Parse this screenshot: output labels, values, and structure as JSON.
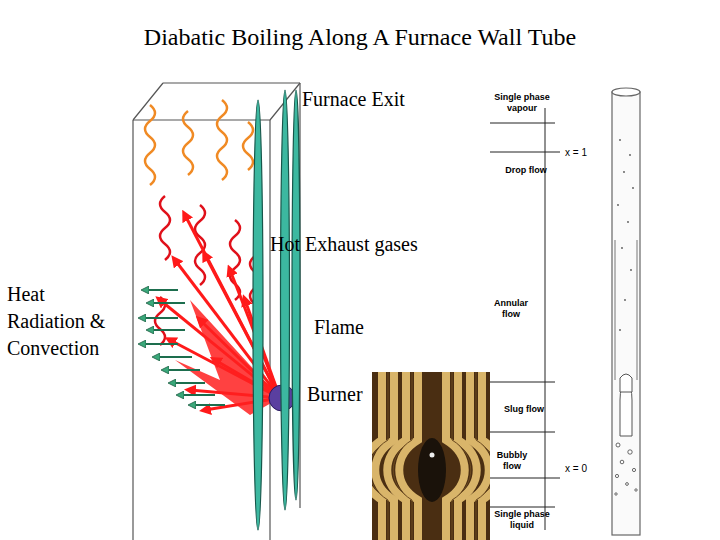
{
  "diagram": {
    "title": "Diabatic Boiling Along A Furnace Wall Tube",
    "labels": [
      "Furnace Exit",
      "Hot Exhaust gases",
      "Heat Radiation & Convection",
      "Flame",
      "Burner",
      "Single phase vapour",
      "Drop flow",
      "x = 1",
      "Annular flow",
      "Slug flow",
      "Bubbly flow",
      "x = 0",
      "Single phase liquid"
    ]
  }
}
